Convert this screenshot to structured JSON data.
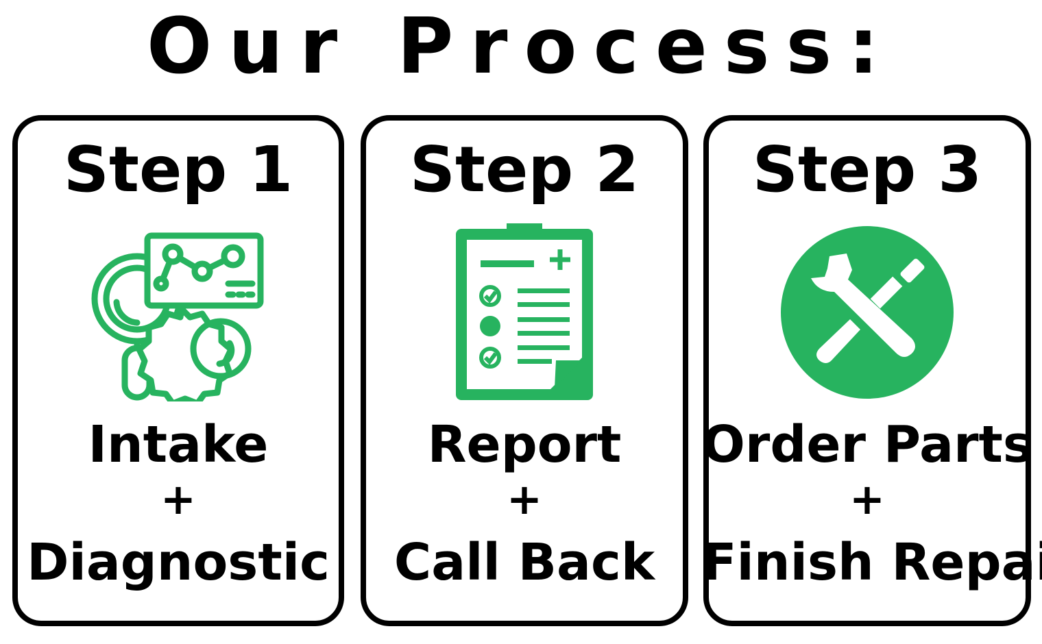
{
  "title": "Our Process:",
  "accent_color": "#27b35f",
  "steps": [
    {
      "heading": "Step 1",
      "line1": "Intake",
      "plus": "+",
      "line2": "Diagnostic",
      "icon": "diagnostic-analytics-icon"
    },
    {
      "heading": "Step 2",
      "line1": "Report",
      "plus": "+",
      "line2": "Call Back",
      "icon": "clipboard-checklist-icon"
    },
    {
      "heading": "Step 3",
      "line1": "Order Parts",
      "plus": "+",
      "line2": "Finish Repair",
      "icon": "wrench-screwdriver-icon"
    }
  ]
}
